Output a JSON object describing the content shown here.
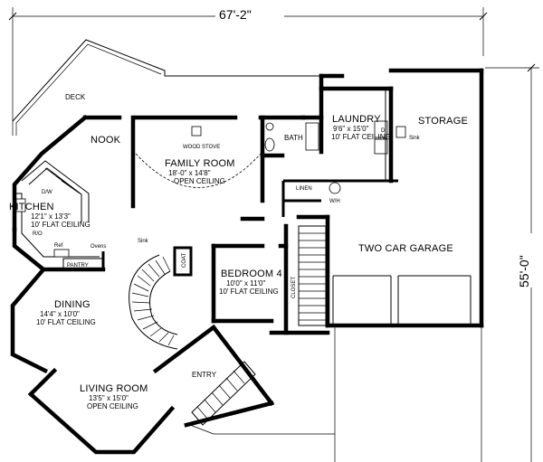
{
  "dimensions": {
    "width": "67'-2\"",
    "depth": "55'-0\""
  },
  "rooms": {
    "deck": {
      "name": "DECK"
    },
    "nook": {
      "name": "NOOK"
    },
    "family_room": {
      "name": "FAMILY ROOM",
      "size": "18'-0\" x 14'8\"",
      "ceiling": "OPEN CEILING",
      "fixture": "WOOD STOVE"
    },
    "bath": {
      "name": "BATH"
    },
    "laundry": {
      "name": "LAUNDRY",
      "size": "9'6\" x 15'0\"",
      "ceiling": "10' FLAT CEILING",
      "fixture": "Sink"
    },
    "storage": {
      "name": "STORAGE"
    },
    "kitchen": {
      "name": "KITCHEN",
      "size": "12'1\" x 13'3\"",
      "ceiling": "10' FLAT CEILING"
    },
    "linen": {
      "name": "LINEN"
    },
    "wh": {
      "name": "W/H"
    },
    "garage": {
      "name": "TWO CAR GARAGE"
    },
    "bedroom4": {
      "name": "BEDROOM 4",
      "size": "10'0\" x 11'0\"",
      "ceiling": "10' FLAT CEILING"
    },
    "closet": {
      "name": "CLOSET"
    },
    "coat": {
      "name": "COAT"
    },
    "pantry": {
      "name": "PANTRY"
    },
    "dining": {
      "name": "DINING",
      "size": "14'4\" x 10'0\"",
      "ceiling": "10' FLAT CEILING"
    },
    "entry": {
      "name": "ENTRY"
    },
    "living": {
      "name": "LIVING ROOM",
      "size": "13'5\" x 15'0\"",
      "ceiling": "OPEN CEILING"
    }
  },
  "fixtures": {
    "dw": "D/W",
    "ref": "Ref",
    "ovens": "Ovens",
    "sink": "Sink",
    "ro": "R/O",
    "d": "D"
  }
}
